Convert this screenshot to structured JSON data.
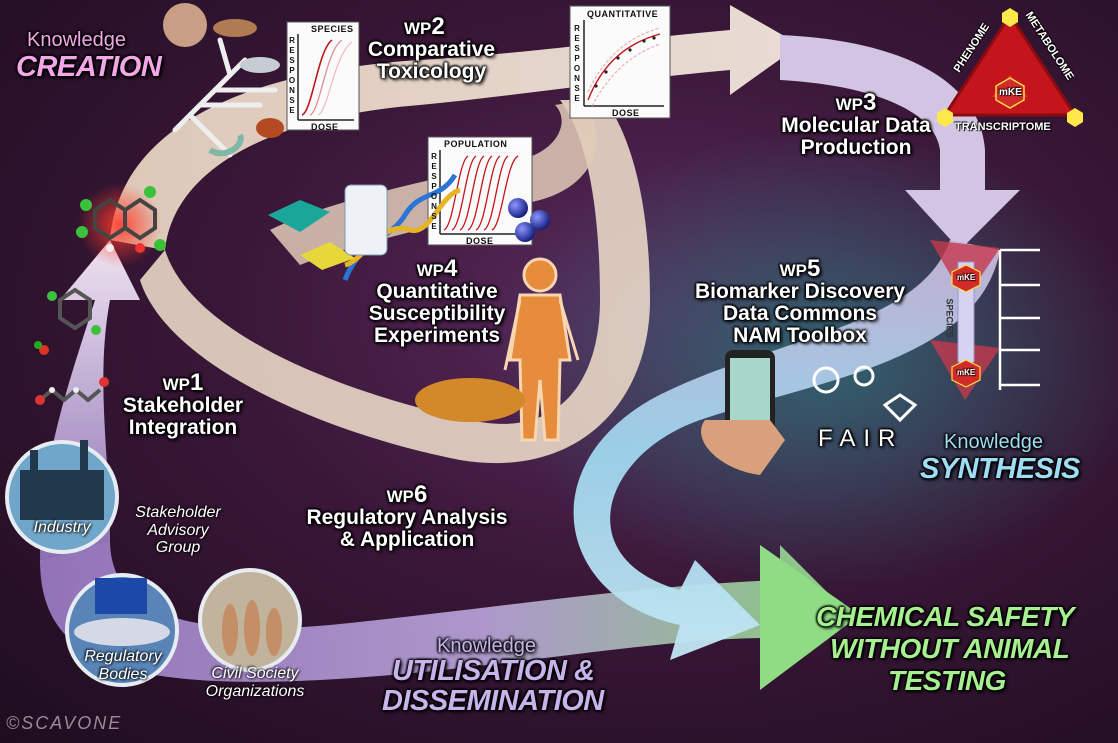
{
  "knowledge_prefix": "Knowledge",
  "creation": "CREATION",
  "synthesis": "SYNTHESIS",
  "utilisation_line1": "UTILISATION &",
  "utilisation_line2": "DISSEMINATION",
  "goal_line1": "CHEMICAL SAFETY",
  "goal_line2": "WITHOUT ANIMAL",
  "goal_line3": "TESTING",
  "wp_prefix": "WP",
  "wp1": {
    "num": "1",
    "line1": "Stakeholder",
    "line2": "Integration"
  },
  "wp2": {
    "num": "2",
    "line1": "Comparative",
    "line2": "Toxicology"
  },
  "wp3": {
    "num": "3",
    "line1": "Molecular Data",
    "line2": "Production"
  },
  "wp4": {
    "num": "4",
    "line1": "Quantitative",
    "line2": "Susceptibility",
    "line3": "Experiments"
  },
  "wp5": {
    "num": "5",
    "line1": "Biomarker Discovery",
    "line2": "Data Commons",
    "line3": "NAM Toolbox"
  },
  "wp6": {
    "num": "6",
    "line1": "Regulatory Analysis",
    "line2": "& Application"
  },
  "plots": {
    "species": "SPECIES",
    "population": "POPULATION",
    "quantitative": "QUANTITATIVE",
    "dose": "DOSE",
    "response_letters": [
      "R",
      "E",
      "S",
      "P",
      "O",
      "N",
      "S",
      "E"
    ]
  },
  "omics": {
    "phenome": "PHENOME",
    "metabolome": "METABOLOME",
    "transcriptome": "TRANSCRIPTOME",
    "center": "mKE"
  },
  "species_arrow": "SPECIES",
  "fair": "FAIR",
  "stakeholders": {
    "industry": "Industry",
    "advisory_line1": "Stakeholder",
    "advisory_line2": "Advisory",
    "advisory_line3": "Group",
    "regulatory_line1": "Regulatory",
    "regulatory_line2": "Bodies",
    "civil_line1": "Civil Society",
    "civil_line2": "Organizations"
  },
  "signature": "©SCAVONE",
  "colors": {
    "creation_pink": "#f4a7e8",
    "synthesis_blue": "#9fdcf5",
    "utilisation_lavender": "#c7b4ec",
    "goal_green": "#a6f08f",
    "curve_red": "#c4141c"
  }
}
